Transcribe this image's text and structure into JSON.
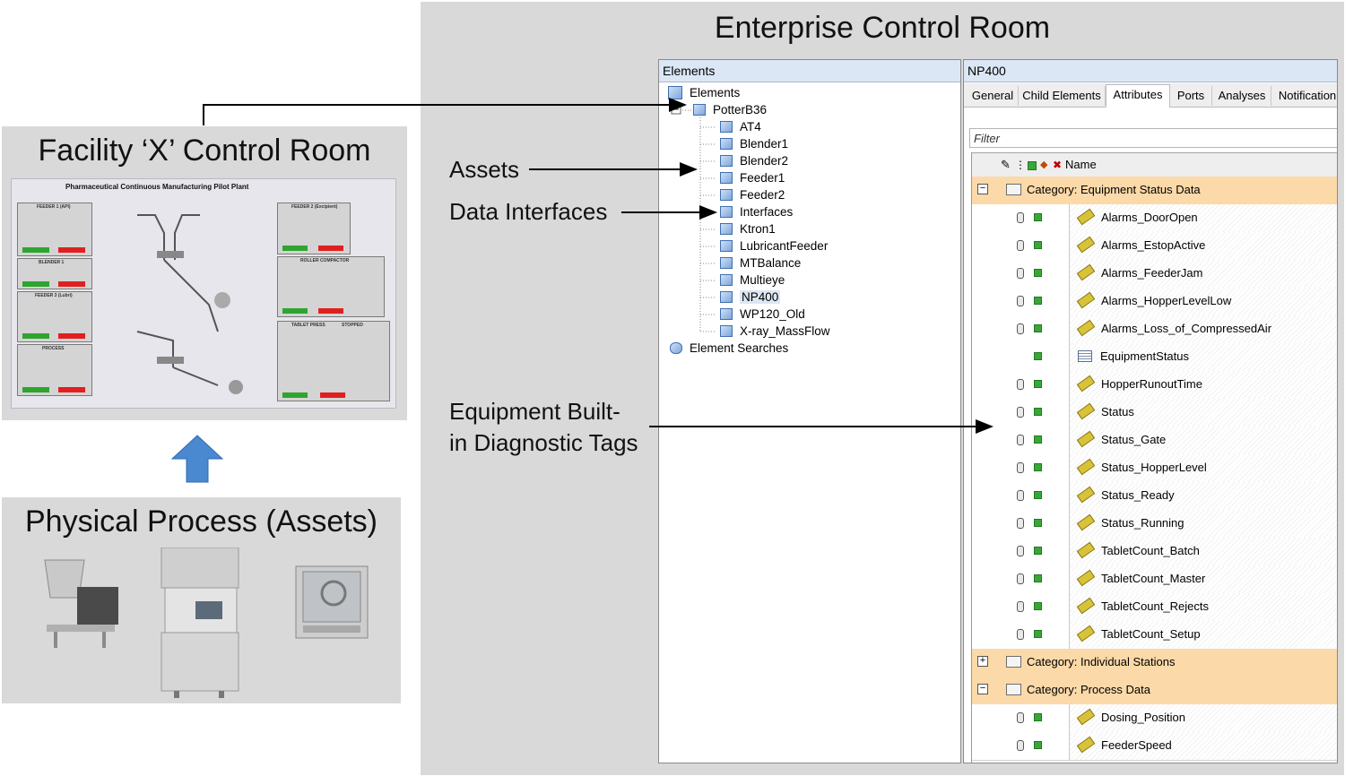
{
  "enterprise": {
    "title": "Enterprise Control Room"
  },
  "facility": {
    "title": "Facility ‘X’ Control Room",
    "scada_title": "Pharmaceutical Continuous Manufacturing Pilot Plant",
    "panels": [
      "FEEDER 1 (API)",
      "BLENDER 1",
      "FEEDER 3 (Lubri)",
      "PROCESS",
      "FEEDER 2 (Excipient)",
      "ROLLER COMPACTOR",
      "TABLET PRESS"
    ],
    "press_status": "STOPPED"
  },
  "physical": {
    "title": "Physical Process (Assets)"
  },
  "labels": {
    "assets": "Assets",
    "data_interfaces": "Data Interfaces",
    "diag_line1": "Equipment Built-",
    "diag_line2": "in Diagnostic Tags"
  },
  "tree": {
    "header": "Elements",
    "root": "Elements",
    "parent": "PotterB36",
    "children": [
      "AT4",
      "Blender1",
      "Blender2",
      "Feeder1",
      "Feeder2",
      "Interfaces",
      "Ktron1",
      "LubricantFeeder",
      "MTBalance",
      "Multieye",
      "NP400",
      "WP120_Old",
      "X-ray_MassFlow"
    ],
    "searches": "Element Searches"
  },
  "attributes": {
    "header": "NP400",
    "tabs": [
      "General",
      "Child Elements",
      "Attributes",
      "Ports",
      "Analyses",
      "Notification"
    ],
    "active_tab": "Attributes",
    "filter_placeholder": "Filter",
    "column_name": "Name",
    "category1": "Category: Equipment Status Data",
    "cat1_items": [
      "Alarms_DoorOpen",
      "Alarms_EstopActive",
      "Alarms_FeederJam",
      "Alarms_HopperLevelLow",
      "Alarms_Loss_of_CompressedAir",
      "EquipmentStatus",
      "HopperRunoutTime",
      "Status",
      "Status_Gate",
      "Status_HopperLevel",
      "Status_Ready",
      "Status_Running",
      "TabletCount_Batch",
      "TabletCount_Master",
      "TabletCount_Rejects",
      "TabletCount_Setup"
    ],
    "category2": "Category: Individual Stations",
    "category3": "Category: Process Data",
    "cat3_items": [
      "Dosing_Position",
      "FeederSpeed"
    ]
  }
}
